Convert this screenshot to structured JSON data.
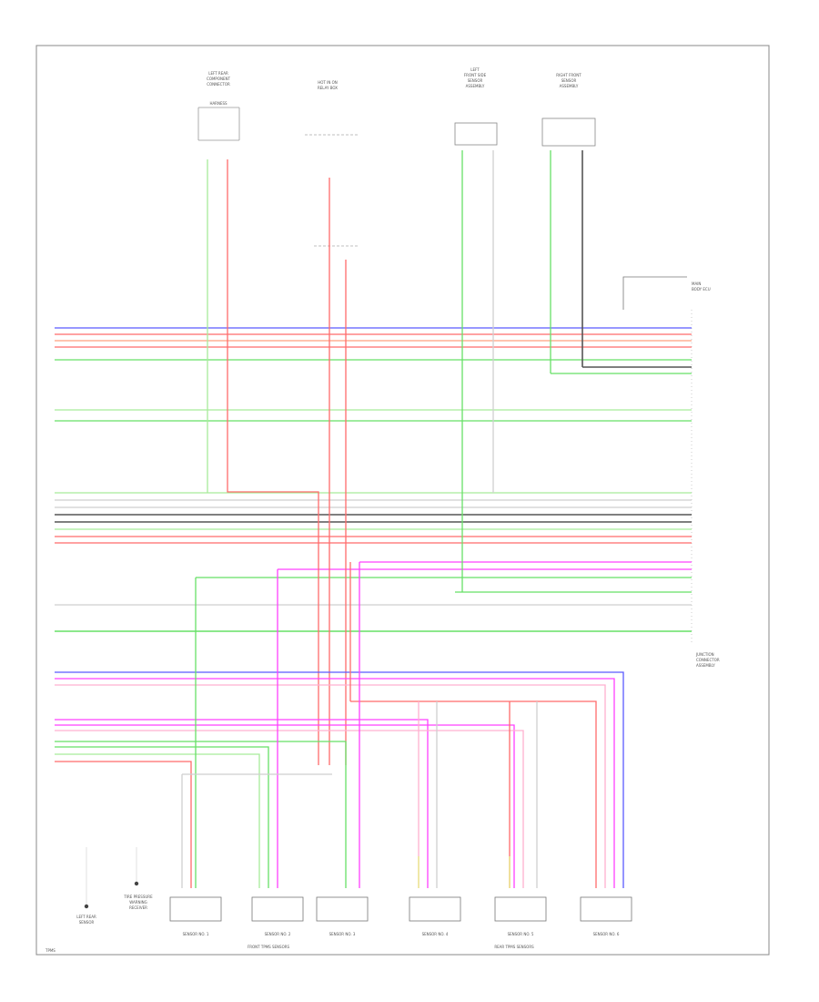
{
  "diagram": {
    "top_components": [
      {
        "id": "tc1",
        "lines": [
          "LEFT REAR",
          "COMPONENT",
          "CONNECTOR",
          "HARNESS"
        ]
      },
      {
        "id": "tc2",
        "lines": [
          "HOT IN ON",
          "RELAY BOX"
        ]
      },
      {
        "id": "tc3",
        "lines": [
          "LEFT",
          "FRONT SIDE",
          "SENSOR",
          "ASSEMBLY"
        ]
      },
      {
        "id": "tc4",
        "lines": [
          "RIGHT FRONT",
          "SENSOR",
          "ASSEMBLY"
        ]
      }
    ],
    "right_connector_label": [
      "JUNCTION",
      "CONNECTOR",
      "ASSEMBLY"
    ],
    "right_connector_top_label": [
      "MAIN",
      "BODY ECU"
    ],
    "bottom_sensors": [
      {
        "id": "s1",
        "label": "SENSOR NO. 1"
      },
      {
        "id": "s2",
        "label": "SENSOR NO. 2"
      },
      {
        "id": "s3",
        "label": "SENSOR NO. 3"
      },
      {
        "id": "s4",
        "label": "SENSOR NO. 4"
      },
      {
        "id": "s5",
        "label": "SENSOR NO. 5"
      },
      {
        "id": "s6",
        "label": "SENSOR NO. 6"
      }
    ],
    "group_labels": [
      "FRONT TPMS SENSORS",
      "REAR TPMS SENSORS"
    ],
    "left_components": [
      {
        "id": "lc1",
        "lines": [
          "LEFT REAR",
          "SENSOR"
        ]
      },
      {
        "id": "lc2",
        "lines": [
          "TIRE PRESSURE",
          "WARNING",
          "RECEIVER"
        ]
      }
    ],
    "corner_label": "TPMS"
  }
}
